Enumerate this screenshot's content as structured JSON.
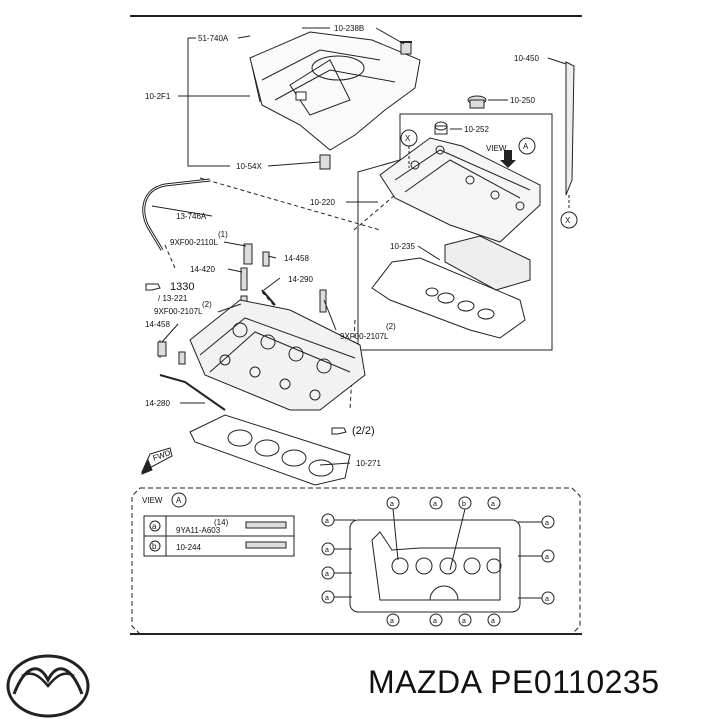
{
  "callouts": {
    "c51740A": "51-740A",
    "c10238B": "10-238B",
    "c10450": "10-450",
    "c102F1": "10-2F1",
    "c10250": "10-250",
    "c10252": "10-252",
    "view_label": "VIEW",
    "view_letter": "A",
    "c1054X": "10-54X",
    "c10220": "10-220",
    "c13746A": "13-746A",
    "c9XF002110L": "9XF00-2110L",
    "qty1": "(1)",
    "c14458a": "14-458",
    "c14420": "14-420",
    "c10235": "10-235",
    "c1330": "1330",
    "c13221": "/ 13-221",
    "qty2a": "(2)",
    "c14290": "14-290",
    "c9XF002107La": "9XF00-2107L",
    "c14458b": "14-458",
    "qty2b": "(2)",
    "c9XF002107Lb": "9XF00-2107L",
    "c14280": "14-280",
    "c22": "(2/2)",
    "c10271": "10-271",
    "fwd": "FWD",
    "x_mark": "X"
  },
  "view_box": {
    "title": "VIEW",
    "letter": "A",
    "legend": [
      {
        "key": "a",
        "qty": "(14)",
        "part": "9YA11-A603"
      },
      {
        "key": "b",
        "qty": "",
        "part": "10-244"
      }
    ],
    "markers": {
      "a": "a",
      "b": "b"
    }
  },
  "footer": {
    "brand": "MAZDA",
    "part_number": "PE0110235"
  },
  "icons": {
    "logo": "mazda-logo-icon",
    "hand": "pointing-hand-icon",
    "arrow": "fwd-arrow-icon"
  }
}
